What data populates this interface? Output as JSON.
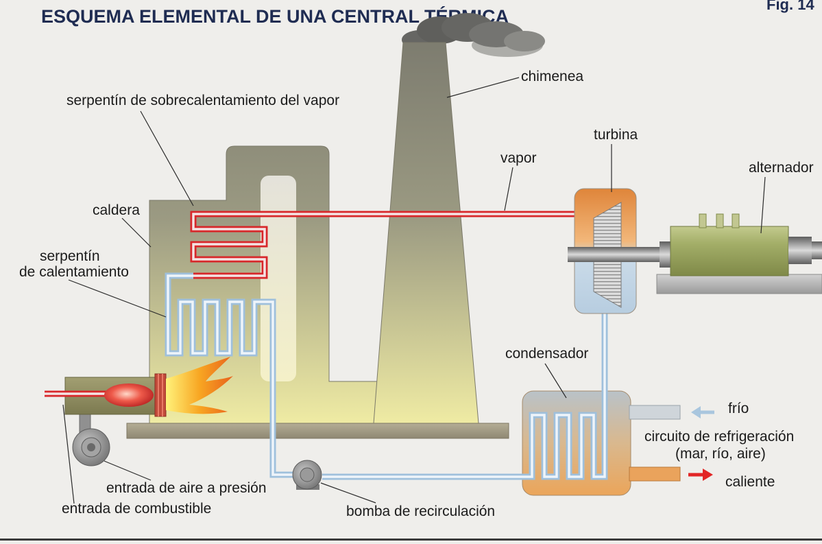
{
  "title": "ESQUEMA ELEMENTAL DE UNA CENTRAL TÉRMICA",
  "figure_label": "Fig. 14",
  "labels": {
    "chimney": "chimenea",
    "superheater_coil": "serpentín de sobrecalentamiento del vapor",
    "turbine": "turbina",
    "steam": "vapor",
    "alternator": "alternador",
    "boiler": "caldera",
    "heating_coil": [
      "serpentín",
      "de calentamiento"
    ],
    "condenser": "condensador",
    "cold": "frío",
    "cooling_circuit": [
      "circuito de refrigeración",
      "(mar, río, aire)"
    ],
    "hot": "caliente",
    "air_inlet": "entrada de aire a presión",
    "fuel_inlet": "entrada de combustible",
    "pump": "bomba de recirculación"
  },
  "colors": {
    "title": "#1f2c52",
    "steam_pipe": "#d8282b",
    "steam_pipe_core": "#f4e3e3",
    "water_pipe": "#9fc0dc",
    "water_pipe_core": "#eef4fa",
    "structure_top": "#7e7d70",
    "structure_bottom": "#f0eca4",
    "alternator": "#a3ae68",
    "turbine_hot": "#df853a",
    "turbine_cold": "#b7cde0",
    "hot_arrow": "#e22626",
    "cold_arrow": "#a9c6de"
  }
}
